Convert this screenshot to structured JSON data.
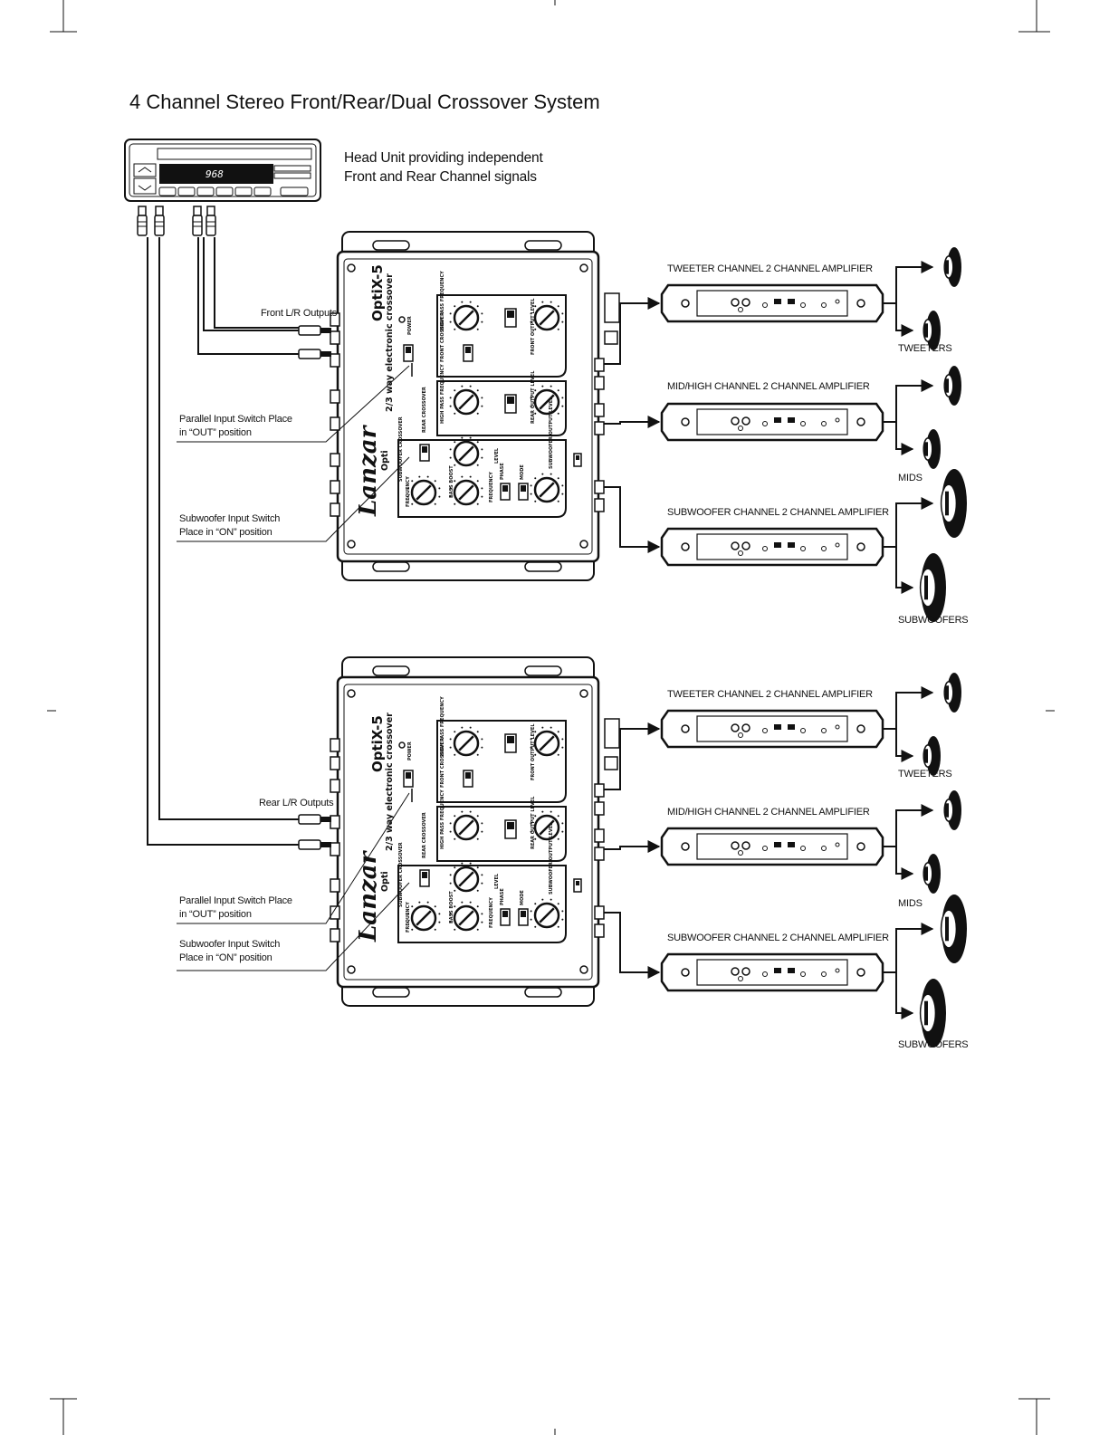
{
  "title": "4 Channel Stereo Front/Rear/Dual Crossover System",
  "head_unit": {
    "display": "968",
    "caption_line1": "Head Unit providing independent",
    "caption_line2": "Front and Rear Channel signals"
  },
  "crossover": {
    "brand": "OptiX-5",
    "subtitle": "2/3 way electronic crossover",
    "logo": "Lanzar",
    "logo_sub": "Opti",
    "power": "POWER",
    "sections": {
      "front": "FRONT CROSSOVER",
      "rear": "REAR CROSSOVER",
      "sub": "SUBWOOFER CROSSOVER",
      "hpf": "HIGH PASS FREQUENCY",
      "front_out": "FRONT OUTPUT LEVEL",
      "rear_out": "REAR OUTPUT LEVEL",
      "sub_out": "SUBWOOFER OUTPUT LEVEL",
      "bass_boost": "BASS BOOST",
      "level": "LEVEL",
      "phase": "PHASE",
      "mode": "MODE",
      "frequency": "FREQUENCY",
      "subwoofer": "SUBWOOFER"
    }
  },
  "inputs": {
    "top": "Front L/R Outputs",
    "bottom": "Rear L/R Outputs"
  },
  "callouts": [
    {
      "line1": "Parallel Input Switch Place",
      "line2": "in “OUT” position"
    },
    {
      "line1": "Subwoofer Input Switch",
      "line2": "Place in “ON” position"
    },
    {
      "line1": "Parallel Input Switch Place",
      "line2": "in “OUT” position"
    },
    {
      "line1": "Subwoofer Input Switch",
      "line2": "Place in “ON” position"
    }
  ],
  "amplifiers": [
    {
      "label": "TWEETER CHANNEL 2 CHANNEL AMPLIFIER",
      "speakers": "TWEETERS"
    },
    {
      "label": "MID/HIGH CHANNEL 2 CHANNEL AMPLIFIER",
      "speakers": "MIDS"
    },
    {
      "label": "SUBWOOFER CHANNEL 2 CHANNEL AMPLIFIER",
      "speakers": "SUBWOOFERS"
    },
    {
      "label": "TWEETER CHANNEL 2 CHANNEL AMPLIFIER",
      "speakers": "TWEETERS"
    },
    {
      "label": "MID/HIGH CHANNEL 2 CHANNEL AMPLIFIER",
      "speakers": "MIDS"
    },
    {
      "label": "SUBWOOFER CHANNEL 2 CHANNEL AMPLIFIER",
      "speakers": "SUBWOOFERS"
    }
  ]
}
